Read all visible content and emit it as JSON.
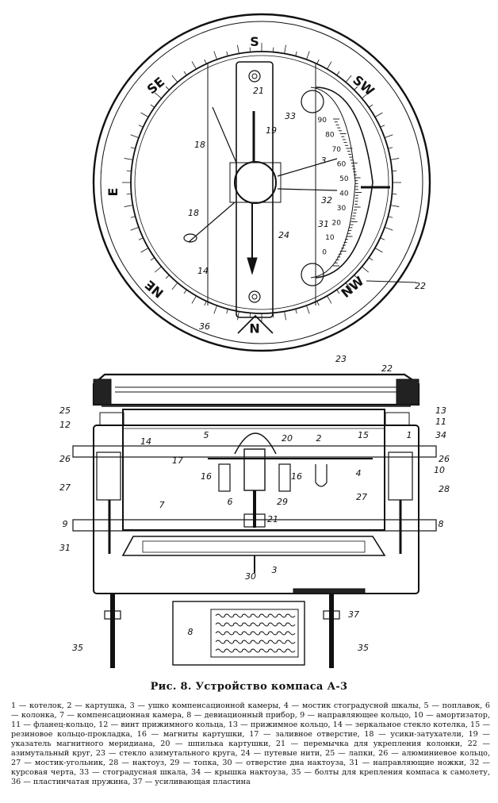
{
  "figure": {
    "compass_dirs": {
      "S": "S",
      "SE": "SE",
      "SW": "SW",
      "E": "E",
      "NE": "NE",
      "NW": "NW",
      "N": "N"
    },
    "scale_ticks": [
      "90",
      "80",
      "70",
      "60",
      "50",
      "40",
      "30",
      "20",
      "10",
      "0"
    ],
    "top_view_labels": [
      "21",
      "33",
      "19",
      "18",
      "3",
      "18",
      "32",
      "31",
      "24",
      "14",
      "22",
      "36"
    ],
    "side_view_labels": [
      "23",
      "22",
      "25",
      "13",
      "12",
      "11",
      "14",
      "5",
      "20",
      "2",
      "15",
      "1",
      "34",
      "26",
      "17",
      "16",
      "16",
      "4",
      "26",
      "10",
      "27",
      "6",
      "29",
      "27",
      "28",
      "9",
      "7",
      "21",
      "8",
      "31",
      "30",
      "3",
      "37",
      "8",
      "35",
      "35"
    ]
  },
  "caption": {
    "title": "Рис. 8. Устройство компаса А-3",
    "legend": "1 — котелок, 2 — картушка, 3 — ушко компенсационной камеры, 4 — мостик стоградусной шкалы, 5 — поплавок, 6 — колонка, 7 — компенсационная камера, 8 — девиационный прибор, 9 — направляющее кольцо, 10 — амортизатор, 11 — фланец-кольцо, 12 — винт прижимного кольца, 13 — прижимное кольцо, 14 — зеркальное стекло котелка, 15 — резиновое кольцо-прокладка, 16 — магниты картушки, 17 — заливное отверстие, 18 — усики-затухатели, 19 — указатель магнитного меридиана, 20 — шпилька картушки, 21 — перемычка для укрепления колонки, 22 — азимутальный круг, 23 — стекло азимутального круга, 24 — путевые нити, 25 — лапки, 26 — алюминиевое кольцо, 27 — мостик-угольник, 28 — нактоуз, 29 — топка, 30 — отверстие дна нактоуза, 31 — направляющие ножки, 32 — курсовая черта, 33 — стоградусная шкала, 34 — крышка нактоуза, 35 — болты для крепления компаса к самолету, 36 — пластинчатая пружина, 37 — усиливающая пластина"
  }
}
